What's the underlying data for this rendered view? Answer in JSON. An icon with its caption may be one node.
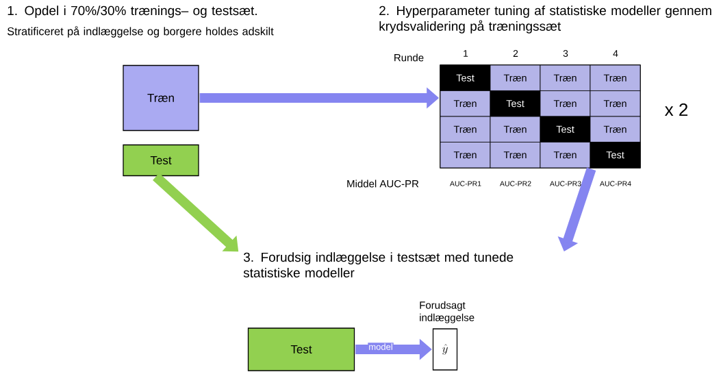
{
  "diagram": {
    "nodes": [
      {
        "text": [
          "Træn"
        ]
      },
      {
        "text": [
          "Test"
        ]
      },
      {
        "text": [],
        "shape": "box"
      },
      {
        "text": [
          "Test"
        ],
        "in": 2
      },
      {
        "text": [
          "Træn"
        ],
        "in": 2
      },
      {
        "text": [
          "Træn"
        ],
        "in": 2
      },
      {
        "text": [
          "Træn"
        ],
        "in": 2
      },
      {
        "text": [
          "Træn"
        ],
        "in": 2
      },
      {
        "text": [
          "Test"
        ],
        "in": 2
      },
      {
        "text": [
          "Træn"
        ],
        "in": 2
      },
      {
        "text": [
          "Træn"
        ],
        "in": 2
      },
      {
        "text": [
          "Træn"
        ],
        "in": 2
      },
      {
        "text": [
          "Træn"
        ],
        "in": 2
      },
      {
        "text": [
          "Test"
        ],
        "in": 2
      },
      {
        "text": [
          "Træn"
        ],
        "in": 2
      },
      {
        "text": [
          "Træn"
        ],
        "in": 2
      },
      {
        "text": [
          "Træn"
        ],
        "in": 2
      },
      {
        "text": [
          "Træn"
        ],
        "in": 2
      },
      {
        "text": [
          "Test"
        ],
        "in": 2
      },
      {
        "text": [
          "3. Forudsig indlæggelse i testsæt med tunede statistiske modeller"
        ]
      },
      {
        "text": [
          "Test"
        ]
      },
      {
        "text": [
          "\\hat{y}"
        ],
        "beside": [
          "Forudsagt indlæggelse"
        ]
      }
    ],
    "edges": [
      {
        "from": 0,
        "to": 2,
        "arrow": "to"
      },
      {
        "from": 1,
        "to": 19,
        "arrow": "to",
        "color": "#92d050"
      },
      {
        "from": 2,
        "to": 19,
        "arrow": "to"
      },
      {
        "from": 20,
        "to": 21,
        "arrow": "to",
        "label": "model"
      }
    ],
    "labels": [
      "1. Opdel i 70%/30% trænings– og testsæt.",
      "Stratificeret på indlæggelse og borgere holdes adskilt",
      "2. Hyperparameter tuning af statistiske modeller gennem krydsvalidering på træningssæt",
      "Runde",
      "1",
      "2",
      "3",
      "4",
      "x 2",
      "Middel AUC-PR",
      "AUC-PR1",
      "AUC-PR2",
      "AUC-PR3",
      "AUC-PR4"
    ]
  }
}
